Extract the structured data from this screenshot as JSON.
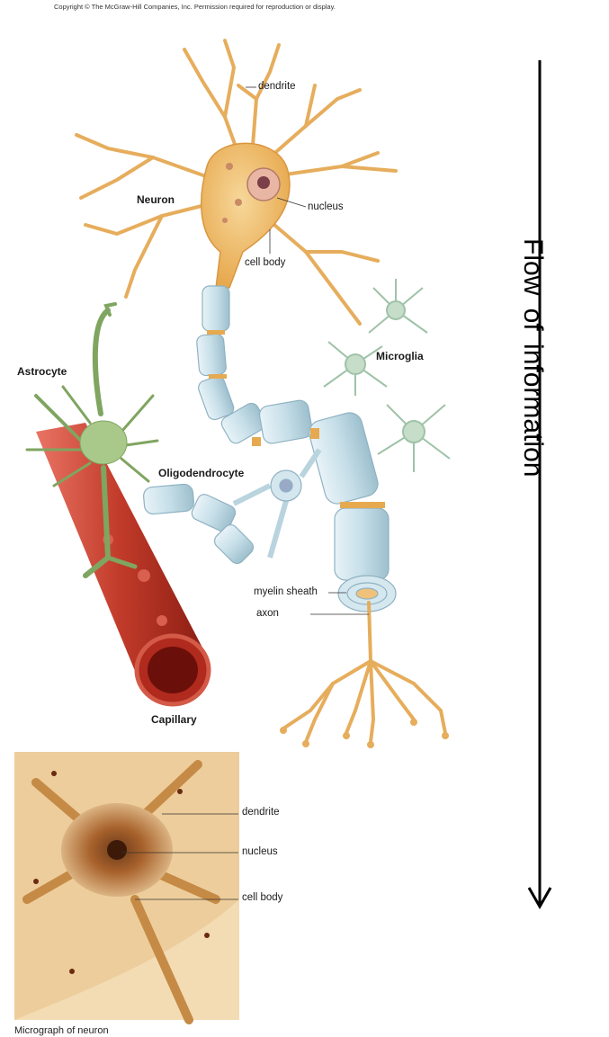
{
  "copyright": "Copyright © The McGraw-Hill Companies, Inc. Permission required for reproduction or display.",
  "labels": {
    "dendrite": "dendrite",
    "neuron": "Neuron",
    "nucleus": "nucleus",
    "cell_body": "cell body",
    "microglia": "Microglia",
    "astrocyte": "Astrocyte",
    "oligodendrocyte": "Oligodendrocyte",
    "myelin_sheath": "myelin sheath",
    "axon": "axon",
    "capillary": "Capillary"
  },
  "micrograph": {
    "labels": {
      "dendrite": "dendrite",
      "nucleus": "nucleus",
      "cell_body": "cell body"
    },
    "caption": "Micrograph of neuron"
  },
  "flow_label": "Flow of information",
  "colors": {
    "neuron_body": "#f0c070",
    "myelin": "#cfe4ec",
    "astrocyte": "#a9c98a",
    "microglia": "#9fc2a8",
    "capillary": "#c0392b",
    "micrograph_bg": "#f3dcb4"
  }
}
